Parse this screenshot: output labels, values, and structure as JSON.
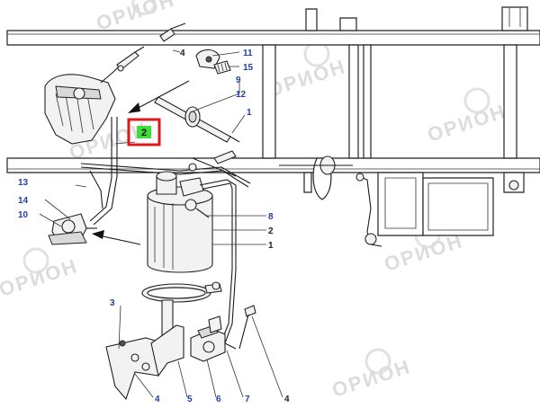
{
  "watermark": {
    "text": "ОРИОН"
  },
  "highlight": {
    "label": "2",
    "fill_color": "#3ddc3d",
    "border_color": "#e01818"
  },
  "callouts": {
    "c11": "11",
    "c15": "15",
    "c9": "9",
    "c12": "12",
    "c1a": "1",
    "c4top": "4",
    "c8": "8",
    "c2": "2",
    "c1b": "1",
    "c13": "13",
    "c14": "14",
    "c10": "10",
    "c3": "3",
    "c4b": "4",
    "c5": "5",
    "c6": "6",
    "c7": "7",
    "c4c": "4"
  }
}
